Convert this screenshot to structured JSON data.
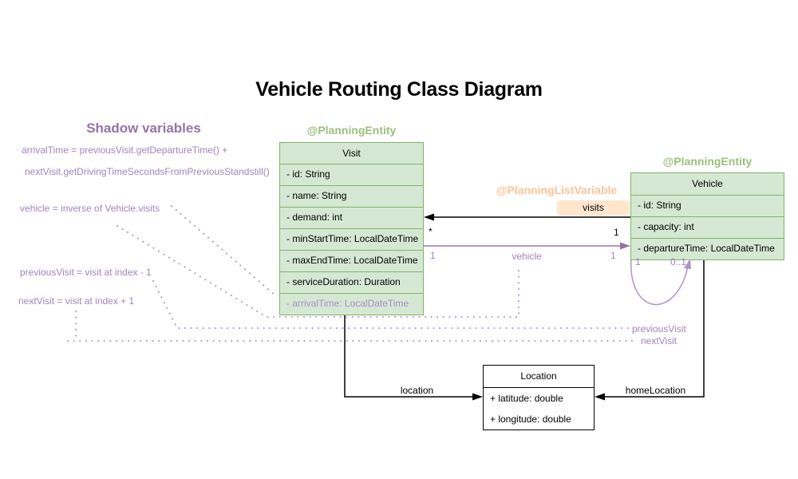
{
  "title": "Vehicle Routing Class Diagram",
  "shadow_variables": {
    "heading": "Shadow variables",
    "lines": [
      "arrivalTime = previousVisit.getDepartureTime() +",
      "nextVisit.getDrivingTimeSecondsFromPreviousStandstill()",
      "vehicle = inverse of Vehicle.visits",
      "previousVisit = visit at index - 1",
      "nextVisit = visit at index + 1"
    ]
  },
  "classes": {
    "visit": {
      "annotation": "@PlanningEntity",
      "name": "Visit",
      "attributes": [
        "- id: String",
        "- name: String",
        "- demand: int",
        "- minStartTime: LocalDateTime",
        "- maxEndTime: LocalDateTime",
        "- serviceDuration: Duration",
        "- arrivalTime: LocalDateTime"
      ]
    },
    "vehicle": {
      "annotation": "@PlanningEntity",
      "name": "Vehicle",
      "attributes": [
        "- id: String",
        "- capacity: int",
        "- departureTime: LocalDateTime"
      ]
    },
    "location": {
      "name": "Location",
      "attributes": [
        "+ latitude: double",
        "+ longitude: double"
      ]
    }
  },
  "associations": {
    "visits": {
      "annotation": "@PlanningListVariable",
      "label": "visits",
      "multiplicity_visit_side": "*",
      "multiplicity_vehicle_side": "1"
    },
    "vehicle": {
      "label": "vehicle",
      "multiplicity_left": "1",
      "multiplicity_right": "1"
    },
    "vehicle_self_loop": {
      "multiplicity_left": "1",
      "multiplicity_right": "0..1"
    },
    "location": {
      "label": "location"
    },
    "home_location": {
      "label": "homeLocation"
    },
    "previous_visit": {
      "label": "previousVisit"
    },
    "next_visit": {
      "label": "nextVisit"
    }
  },
  "colors": {
    "class_green_fill": "#d5e8d4",
    "class_green_border": "#82b366",
    "annotation_green_text": "#9ac07a",
    "annotation_orange_text": "#ffc296",
    "visits_chip_fill": "#ffe6cc",
    "purple_line": "#9673a6",
    "purple_text": "#a183be",
    "dotted_purple": "#b191c6",
    "black": "#000000"
  }
}
